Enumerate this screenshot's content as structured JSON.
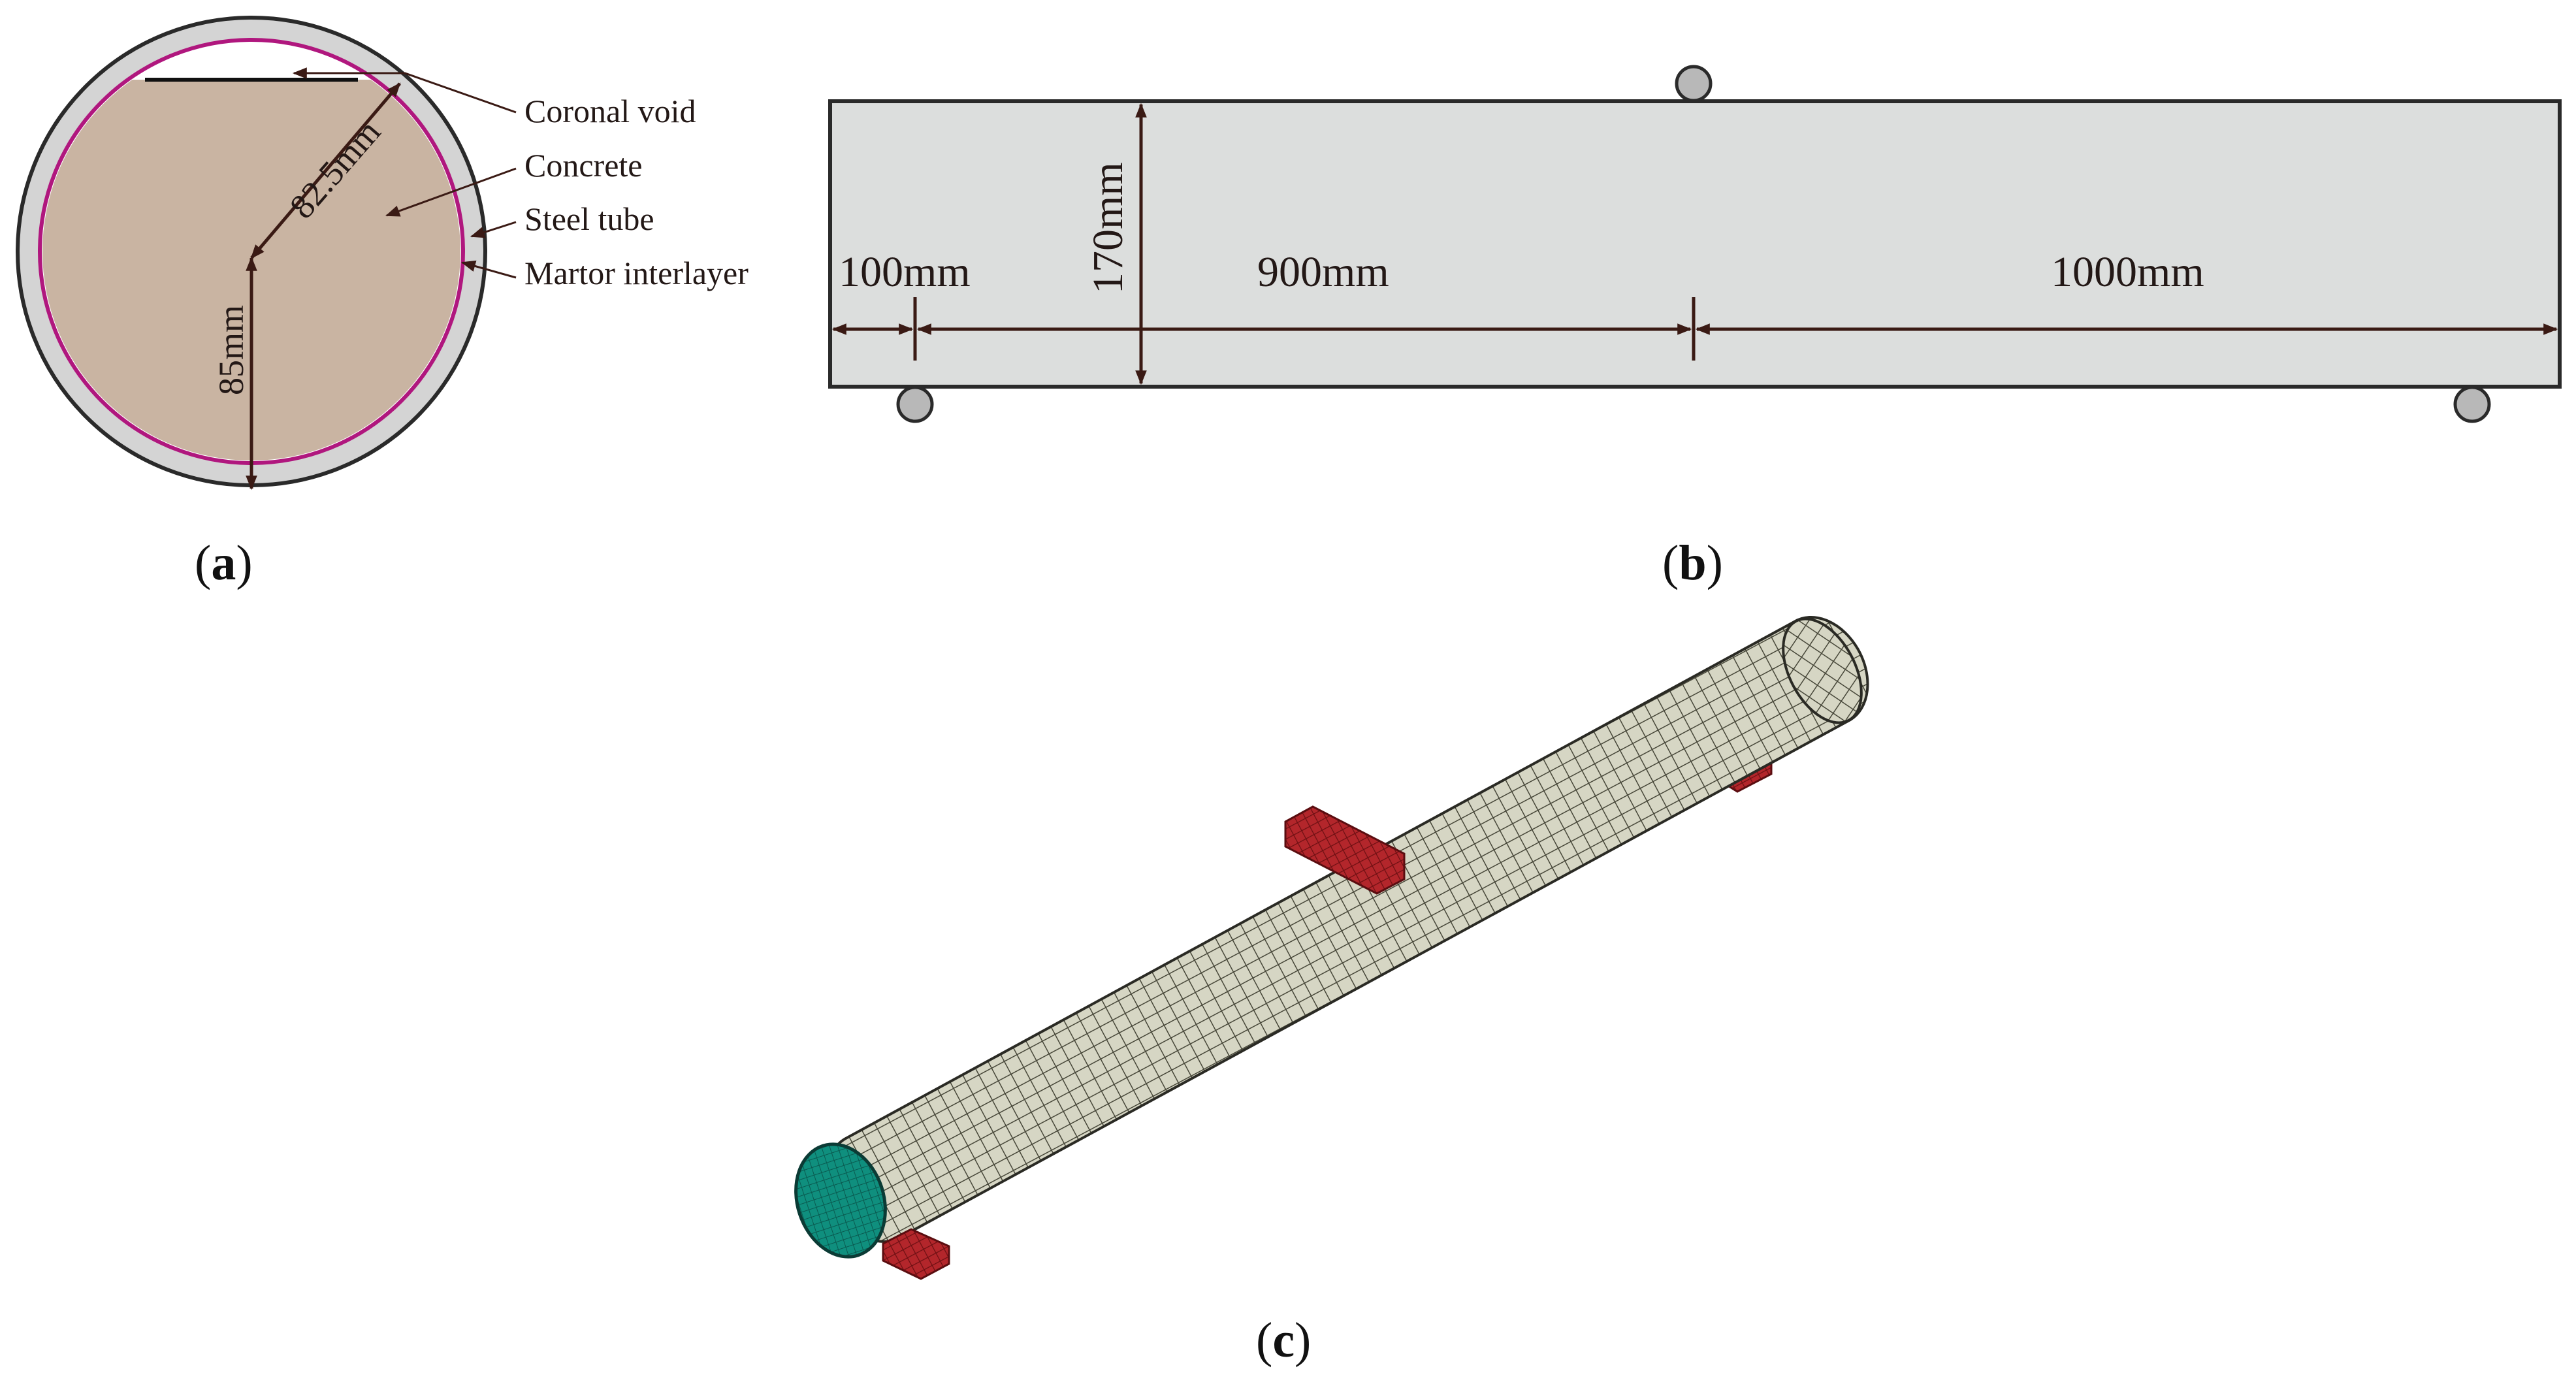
{
  "panel_a": {
    "label_open": "(",
    "label_letter": "a",
    "label_close": ")",
    "callouts": {
      "coronal_void": "Coronal void",
      "concrete": "Concrete",
      "steel_tube": "Steel tube",
      "mortar_interlayer": "Martor interlayer"
    },
    "dimensions": {
      "inner_radius": "82.5mm",
      "outer_radius": "85mm"
    },
    "colors": {
      "steel_tube": "#d4d4d4",
      "concrete": "#c9b4a2",
      "interlayer": "#b0177e",
      "outline": "#2a2a2a"
    }
  },
  "panel_b": {
    "label_open": "(",
    "label_letter": "b",
    "label_close": ")",
    "dimensions": {
      "height": "170mm",
      "overhang": "100mm",
      "left_span": "900mm",
      "right_span": "1000mm"
    },
    "colors": {
      "beam_fill": "#dcdedd",
      "roller": "#b8b8b8"
    }
  },
  "panel_c": {
    "label_open": "(",
    "label_letter": "c",
    "label_close": ")",
    "colors": {
      "mesh": "#d8d8c6",
      "mesh_line": "#3a3a32",
      "end_face": "#0d8a7a",
      "blocks": "#b3262b"
    }
  }
}
